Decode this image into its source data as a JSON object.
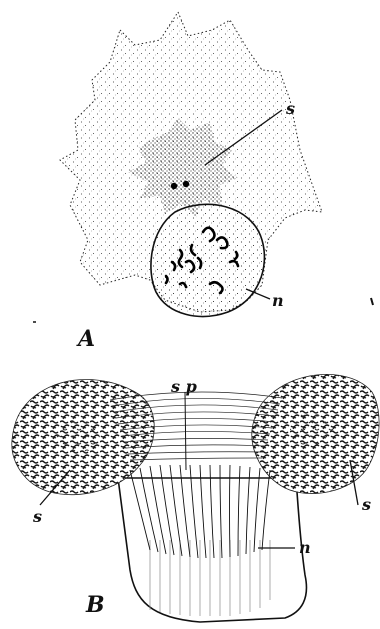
{
  "figure": {
    "panel_a": {
      "panel_label": "A",
      "label_s": "s",
      "label_n": "n"
    },
    "panel_b": {
      "panel_label": "B",
      "label_sp": "s p",
      "label_s_left": "s",
      "label_s_right": "s",
      "label_n": "n"
    }
  }
}
